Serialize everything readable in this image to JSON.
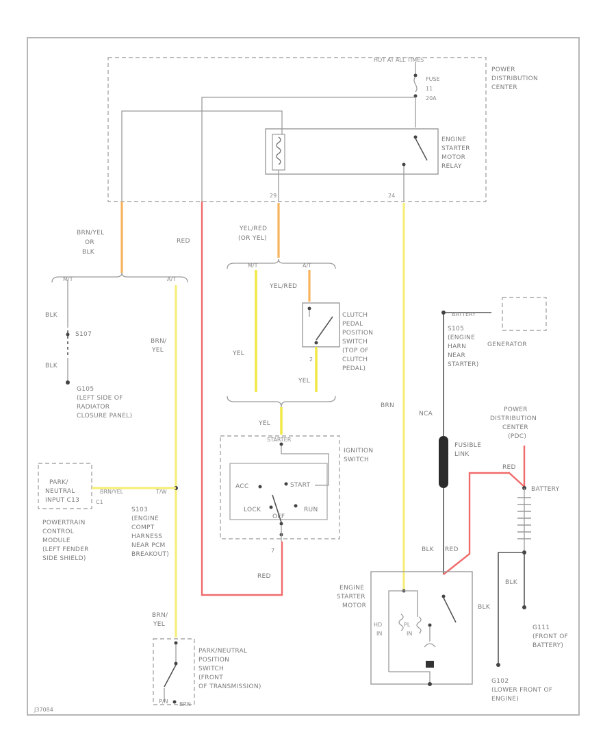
{
  "labels": {
    "hot_at_all_times": "HOT AT ALL TIMES",
    "fuse": "FUSE",
    "fuse_no": "11",
    "fuse_amp": "20A",
    "pdc_1": "POWER",
    "pdc_2": "DISTRIBUTION",
    "pdc_3": "CENTER",
    "relay_1": "ENGINE",
    "relay_2": "STARTER",
    "relay_3": "MOTOR",
    "relay_4": "RELAY",
    "pin_29": "29",
    "pin_24": "24",
    "brn_yel_or_blk_1": "BRN/YEL",
    "brn_yel_or_blk_2": "OR",
    "brn_yel_or_blk_3": "BLK",
    "red_1": "RED",
    "yel_red_or_yel_1": "YEL/RED",
    "yel_red_or_yel_2": "(OR YEL)",
    "mt": "M/T",
    "at": "A/T",
    "yel_red": "YEL/RED",
    "clutch_1": "CLUTCH",
    "clutch_2": "PEDAL",
    "clutch_3": "POSITION",
    "clutch_4": "SWITCH",
    "clutch_5": "(TOP OF",
    "clutch_6": "CLUTCH",
    "clutch_7": "PEDAL)",
    "pin_2": "2",
    "yel_1": "YEL",
    "yel_2": "YEL",
    "yel_3": "YEL",
    "blk_1": "BLK",
    "s107": "S107",
    "blk_2": "BLK",
    "g105_1": "G105",
    "g105_2": "(LEFT SIDE OF",
    "g105_3": "RADIATOR",
    "g105_4": "CLOSURE PANEL)",
    "brn_yel_1": "BRN/",
    "brn_yel_2": "YEL",
    "starter_lbl": "STARTER",
    "ign_1": "IGNITION",
    "ign_2": "SWITCH",
    "acc": "ACC",
    "start": "START",
    "lock": "LOCK",
    "run": "RUN",
    "off": "OFF",
    "pin_7": "7",
    "red_2": "RED",
    "pn_box_1": "PARK/",
    "pn_box_2": "NEUTRAL",
    "pn_box_3": "INPUT C13",
    "brn_yel_wire": "BRN/YEL",
    "tw": "T/W",
    "c1": "C1",
    "pcm_1": "POWERTRAIN",
    "pcm_2": "CONTROL",
    "pcm_3": "MODULE",
    "pcm_4": "(LEFT FENDER",
    "pcm_5": "SIDE SHIELD)",
    "s103_1": "S103",
    "s103_2": "(ENGINE",
    "s103_3": "COMPT",
    "s103_4": "HARNESS",
    "s103_5": "NEAR PCM",
    "s103_6": "BREAKOUT)",
    "brn_yel_3": "BRN/",
    "brn_yel_4": "YEL",
    "pnp_1": "PARK/NEUTRAL",
    "pnp_2": "POSITION",
    "pnp_3": "SWITCH",
    "pnp_4": "(FRONT",
    "pnp_5": "OF TRANSMISSION)",
    "pn": "P/N",
    "brn": "BRN",
    "battery_lbl": "BATTERY",
    "generator": "GENERATOR",
    "s105_1": "S105",
    "s105_2": "(ENGINE",
    "s105_3": "HARN",
    "s105_4": "NEAR",
    "s105_5": "STARTER)",
    "nca": "NCA",
    "fusible_1": "FUSIBLE",
    "fusible_2": "LINK",
    "pdc2_1": "POWER",
    "pdc2_2": "DISTRIBUTION",
    "pdc2_3": "CENTER",
    "pdc2_4": "(PDC)",
    "red_3": "RED",
    "battery": "BATTERY",
    "blk_3": "BLK",
    "red_4": "RED",
    "blk_4": "BLK",
    "blk_5": "BLK",
    "esm_1": "ENGINE",
    "esm_2": "STARTER",
    "esm_3": "MOTOR",
    "hd": "HD",
    "in": "IN",
    "pl": "PL",
    "in2": "IN",
    "g111_1": "G111",
    "g111_2": "(FRONT OF",
    "g111_3": "BATTERY)",
    "g102_1": "G102",
    "g102_2": "(LOWER FRONT OF",
    "g102_3": "ENGINE)",
    "code": "J37084"
  },
  "colors": {
    "wire_yellow": "#f6ee7a",
    "wire_orange": "#f7b35c",
    "wire_red": "#f06a6a",
    "wire_gray": "#9a9a9a",
    "box_border": "#a7a7a7"
  }
}
